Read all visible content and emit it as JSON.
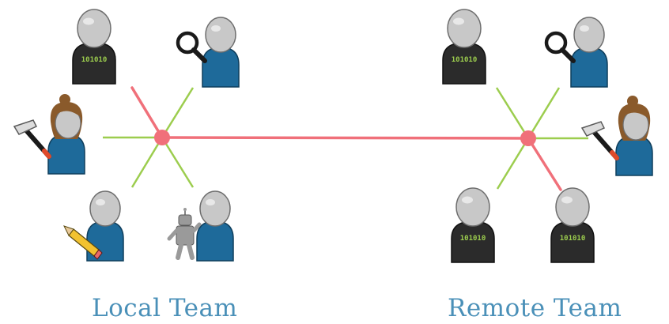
{
  "labels": {
    "local_team": "Local Team",
    "remote_team": "Remote Team"
  },
  "badge_text": "101010",
  "colors": {
    "hub_link": "#f0707a",
    "spoke": "#9ccd4e",
    "developer_body": "#2b2b2b",
    "member_body": "#1e6a9a",
    "head": "#c8c8c8",
    "hair": "#8a5a2b",
    "label": "#4a90b8",
    "badge_text": "#9ccd4e"
  },
  "local_team_members": [
    {
      "role": "developer",
      "icon": "none"
    },
    {
      "role": "reviewer",
      "icon": "magnifier-icon"
    },
    {
      "role": "builder",
      "icon": "hammer-icon"
    },
    {
      "role": "writer",
      "icon": "pencil-icon"
    },
    {
      "role": "automation",
      "icon": "robot-icon"
    }
  ],
  "remote_team_members": [
    {
      "role": "developer",
      "icon": "none"
    },
    {
      "role": "reviewer",
      "icon": "magnifier-icon"
    },
    {
      "role": "builder",
      "icon": "hammer-icon"
    },
    {
      "role": "developer",
      "icon": "none"
    },
    {
      "role": "developer",
      "icon": "none"
    }
  ]
}
